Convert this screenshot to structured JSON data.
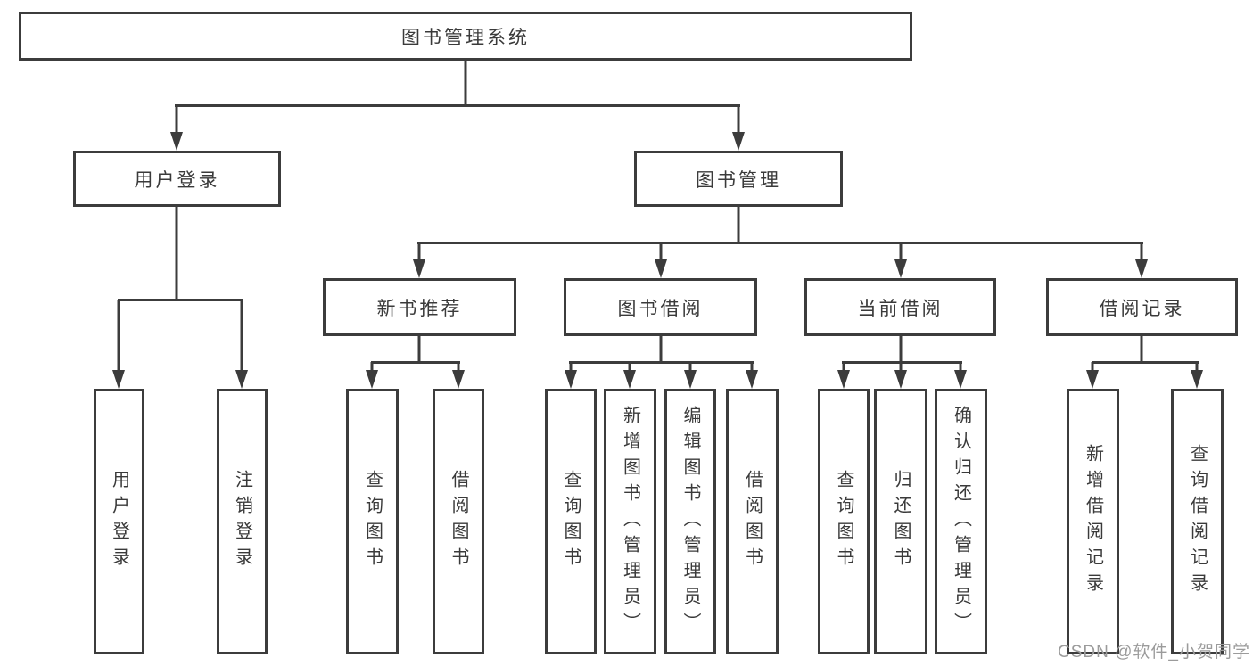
{
  "diagram": {
    "title": "图书管理系统",
    "root": {
      "label": "图书管理系统"
    },
    "level2": [
      {
        "label": "用户登录"
      },
      {
        "label": "图书管理"
      }
    ],
    "level3": [
      {
        "label": "新书推荐"
      },
      {
        "label": "图书借阅"
      },
      {
        "label": "当前借阅"
      },
      {
        "label": "借阅记录"
      }
    ],
    "leaves": {
      "user_login": [
        "用户登录",
        "注销登录"
      ],
      "new_books": [
        "查询图书",
        "借阅图书"
      ],
      "book_borrow": [
        "查询图书",
        "新增图书（管理员）",
        "编辑图书（管理员）",
        "借阅图书"
      ],
      "current_borrow": [
        "查询图书",
        "归还图书",
        "确认归还（管理员）"
      ],
      "borrow_records": [
        "新增借阅记录",
        "查询借阅记录"
      ]
    },
    "colors": {
      "line": "#3c3c3c",
      "text": "#3a3a3a",
      "background": "#ffffff",
      "watermark": "#9b9b9b"
    }
  },
  "watermark": {
    "text": "CSDN @软件_小贺同学"
  }
}
